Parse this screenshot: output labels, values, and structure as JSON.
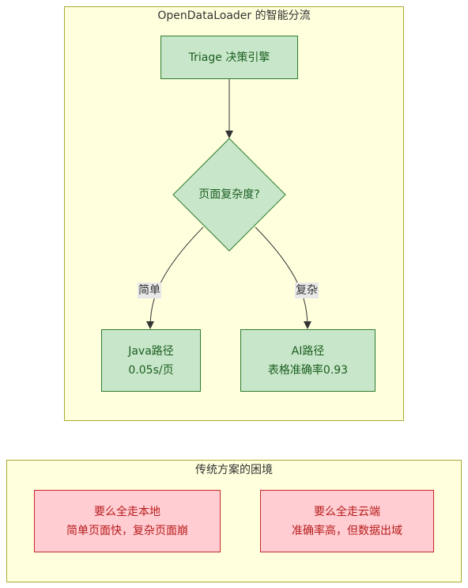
{
  "flow_cluster": {
    "title": "OpenDataLoader 的智能分流",
    "triage": "Triage 决策引擎",
    "decision": "页面复杂度?",
    "edge_simple": "简单",
    "edge_complex": "复杂",
    "java_node": {
      "line1": "Java路径",
      "line2": "0.05s/页"
    },
    "ai_node": {
      "line1": "AI路径",
      "line2": "表格准确率0.93"
    }
  },
  "traditional_cluster": {
    "title": "传统方案的困境",
    "local_node": {
      "line1": "要么全走本地",
      "line2": "简单页面快，复杂页面崩"
    },
    "cloud_node": {
      "line1": "要么全走云端",
      "line2": "准确率高，但数据出域"
    }
  },
  "colors": {
    "cluster_fill": "#ffffde",
    "cluster_border": "#aaaa33",
    "green_fill": "#c8e6c9",
    "green_border": "#2e7d32",
    "red_fill": "#ffcdd2",
    "red_border": "#c62828"
  }
}
